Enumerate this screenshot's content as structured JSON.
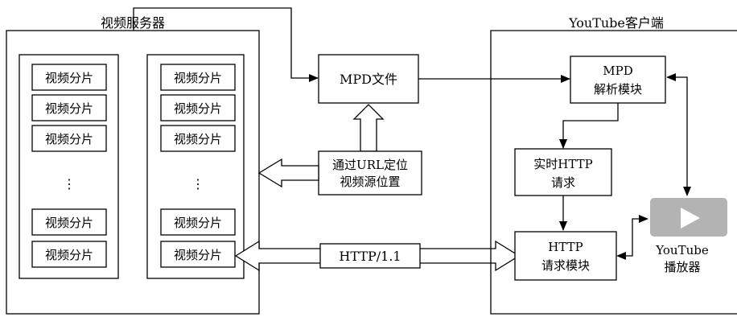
{
  "video_server": {
    "title": "视频服务器",
    "segment_label": "视频分片",
    "ellipsis": "⋮"
  },
  "mpd_file": {
    "label": "MPD文件"
  },
  "url_locate": {
    "line1": "通过URL定位",
    "line2": "视频源位置"
  },
  "http_link": {
    "label": "HTTP/1.1"
  },
  "youtube_client": {
    "title": "YouTube客户端",
    "mpd_parser": {
      "line1": "MPD",
      "line2": "解析模块"
    },
    "realtime_request": {
      "line1": "实时HTTP",
      "line2": "请求"
    },
    "http_request_module": {
      "line1": "HTTP",
      "line2": "请求模块"
    },
    "player": {
      "line1": "YouTube",
      "line2": "播放器",
      "icon": "play-icon",
      "color": "#b3b3b3"
    }
  }
}
